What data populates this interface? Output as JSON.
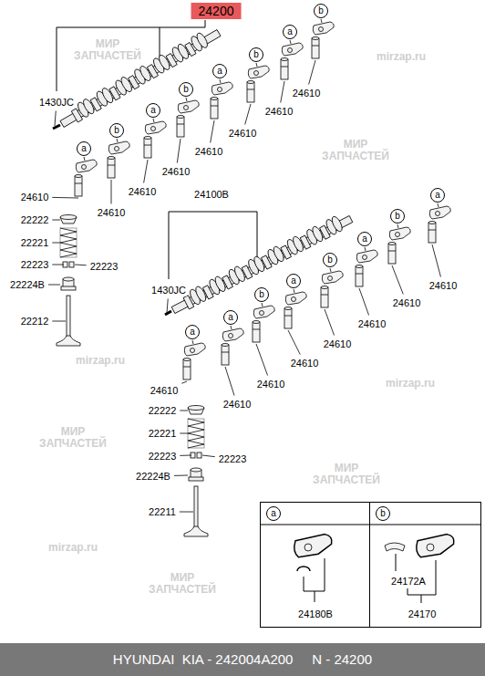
{
  "diagram": {
    "caption": "HYUNDAI  KIA - 242004A200     N - 24200",
    "nodes": [
      {
        "text": [
          "24200"
        ]
      },
      {
        "text": [
          "a",
          "24180B"
        ]
      },
      {
        "text": [
          "b",
          "24172A",
          "24170"
        ]
      }
    ],
    "labels": [
      "1430JC",
      "b",
      "a",
      "b",
      "a",
      "b",
      "a",
      "b",
      "a",
      "24610",
      "24610",
      "24610",
      "24610",
      "24610",
      "24610",
      "24610",
      "24610",
      "22222",
      "22221",
      "22223",
      "22223",
      "22224B",
      "22212",
      "24100B",
      "1430JC",
      "a",
      "b",
      "a",
      "b",
      "a",
      "b",
      "a",
      "a",
      "24610",
      "24610",
      "24610",
      "24610",
      "24610",
      "24610",
      "24610",
      "24610",
      "22222",
      "22221",
      "22223",
      "22223",
      "22224B",
      "22211",
      "МИР ЗАПЧАСТЕЙ",
      "mirzap.ru",
      "МИР ЗАПЧАСТЕЙ",
      "mirzap.ru",
      "mirzap.ru",
      "МИР ЗАПЧАСТЕЙ",
      "mirzap.ru",
      "МИР ЗАПЧАСТЕЙ",
      "МИР ЗАПЧАСТЕЙ"
    ]
  }
}
